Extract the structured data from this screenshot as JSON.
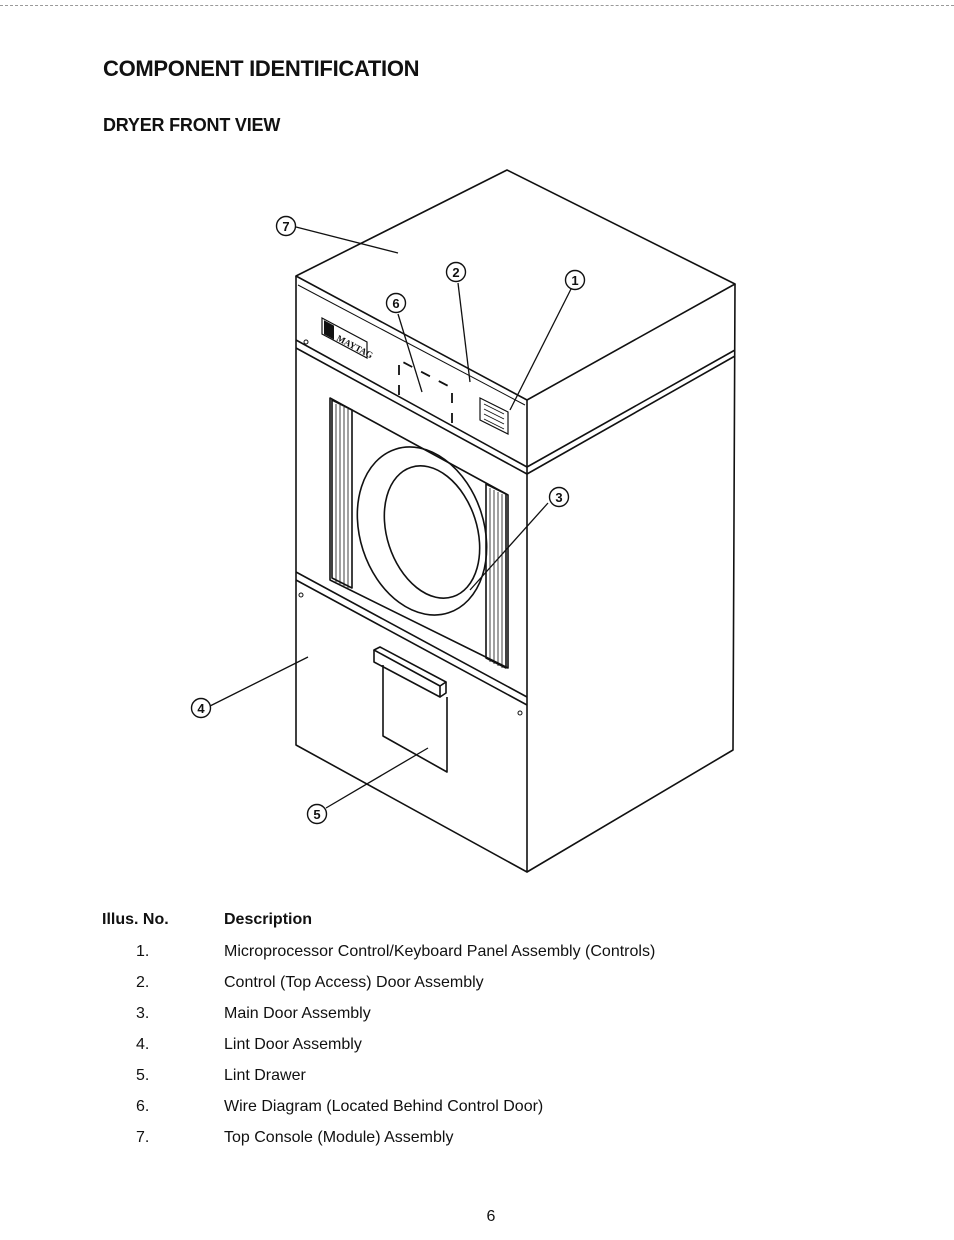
{
  "document": {
    "title": "COMPONENT IDENTIFICATION",
    "section_title": "DRYER FRONT VIEW",
    "page_number": "6"
  },
  "figure": {
    "brand_logo_text": "MAYTAG",
    "callouts": [
      "1",
      "2",
      "3",
      "4",
      "5",
      "6",
      "7"
    ]
  },
  "table": {
    "header_number": "Illus. No.",
    "header_description": "Description",
    "rows": [
      {
        "number": "1.",
        "description": "Microprocessor Control/Keyboard Panel Assembly (Controls)"
      },
      {
        "number": "2.",
        "description": "Control (Top Access) Door Assembly"
      },
      {
        "number": "3.",
        "description": "Main Door Assembly"
      },
      {
        "number": "4.",
        "description": "Lint Door Assembly"
      },
      {
        "number": "5.",
        "description": "Lint Drawer"
      },
      {
        "number": "6.",
        "description": "Wire Diagram (Located Behind Control Door)"
      },
      {
        "number": "7.",
        "description": "Top Console (Module) Assembly"
      }
    ]
  }
}
